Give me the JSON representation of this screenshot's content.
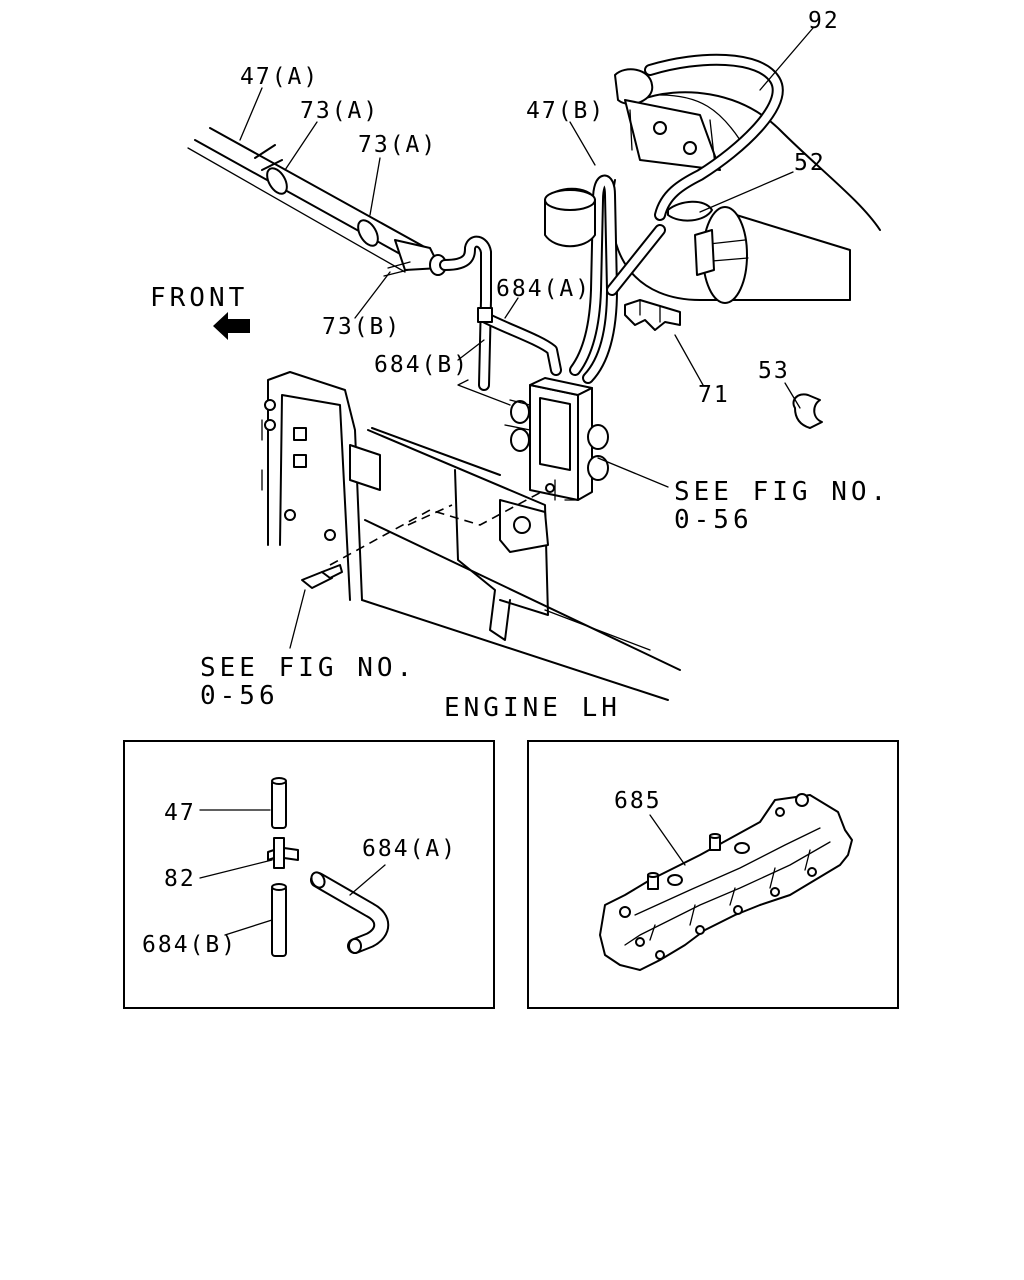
{
  "diagram": {
    "labels": {
      "p92": "92",
      "p47a": "47(A)",
      "p73a_1": "73(A)",
      "p73a_2": "73(A)",
      "p47b": "47(B)",
      "p52": "52",
      "front": "FRONT",
      "p684a": "684(A)",
      "p73b": "73(B)",
      "p684b": "684(B)",
      "p71": "71",
      "p53": "53",
      "see_fig_right_1": "SEE FIG NO.",
      "see_fig_right_2": "0-56",
      "see_fig_left_1": "SEE FIG NO.",
      "see_fig_left_2": "0-56",
      "engine_lh": "ENGINE LH"
    },
    "inset_left": {
      "p47": "47",
      "p82": "82",
      "p684a": "684(A)",
      "p684b": "684(B)"
    },
    "inset_right": {
      "p685": "685"
    }
  }
}
